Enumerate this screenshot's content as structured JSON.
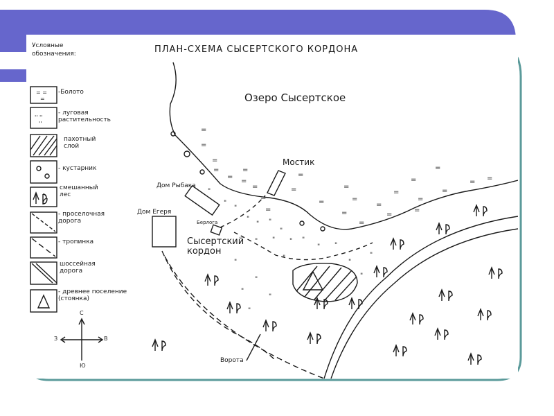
{
  "map": {
    "title": "ПЛАН-СХЕМА СЫСЕРТСКОГО КОРДОНА",
    "lake": "Озеро Сысертское",
    "labels": {
      "bridge": "Мостик",
      "fisherman_house": "Дом Рыбака",
      "forester_house": "Дом Егеря",
      "den": "Берлога",
      "cordon": "Сысертский кордон",
      "gate": "Ворота"
    }
  },
  "legend": {
    "title": "Условные обозначения:",
    "items": [
      {
        "key": "swamp",
        "label": "-Болото"
      },
      {
        "key": "meadow",
        "label": "- луговая растительность"
      },
      {
        "key": "arable",
        "label": "пахотный слой"
      },
      {
        "key": "shrub",
        "label": "- кустарник"
      },
      {
        "key": "mixed-forest",
        "label": "смешанный лес"
      },
      {
        "key": "dirt-road",
        "label": "- проселочная дорога"
      },
      {
        "key": "footpath",
        "label": "- тропинка"
      },
      {
        "key": "highway",
        "label": "шоссейная дорога"
      },
      {
        "key": "settlement",
        "label": "- древнее поселение (стоянка)"
      }
    ]
  },
  "compass": {
    "north": "С",
    "south": "Ю",
    "west": "З",
    "east": "В"
  },
  "colors": {
    "header_band": "#6666cc",
    "frame": "#5a9a9a",
    "ink": "#1a1a1a"
  }
}
